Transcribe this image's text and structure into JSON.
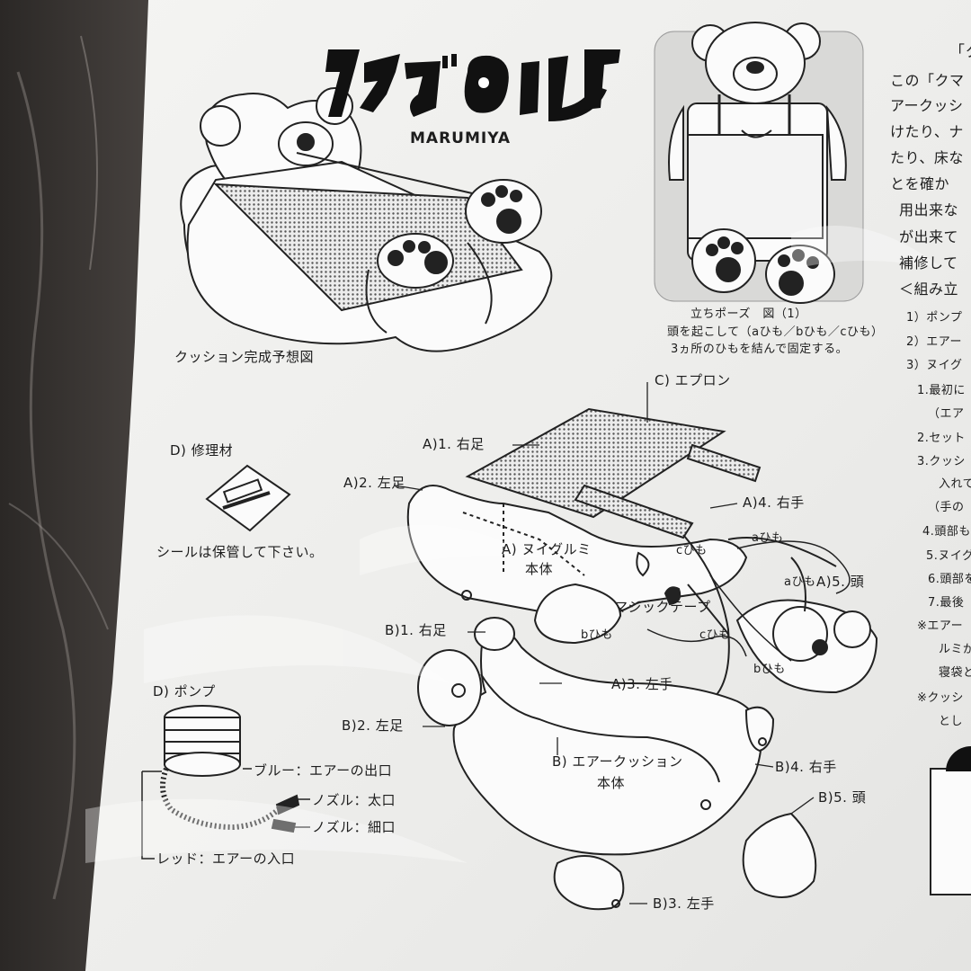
{
  "logo": {
    "title": "クマグルミ",
    "subtitle": "MARUMIYA"
  },
  "caption_cushion": "クッション完成予想図",
  "standing_pose": {
    "title": "立ちポーズ　図（1）",
    "line1": "頭を起こして（aひも／bひも／cひも）",
    "line2": "3ヵ所のひもを結んで固定する。"
  },
  "repair": {
    "label": "D) 修理材",
    "note": "シールは保管して下さい。"
  },
  "parts_a": {
    "apron": "C) エプロン",
    "right_foot": "A)1. 右足",
    "left_foot": "A)2. 左足",
    "body_l1": "A) ヌイグルミ",
    "body_l2": "本体",
    "right_hand": "A)4. 右手",
    "left_hand": "A)3. 左手",
    "head": "A)5. 頭",
    "c_string": "cひも",
    "a_string_1": "aひも",
    "a_string_2": "aひも",
    "b_string_1": "bひも",
    "b_string_2": "bひも",
    "c_string_2": "cひも",
    "velcro": "マジックテープ"
  },
  "parts_b": {
    "right_foot": "B)1. 右足",
    "left_foot": "B)2. 左足",
    "body_l1": "B) エアークッション",
    "body_l2": "本体",
    "right_hand": "B)4. 右手",
    "head": "B)5. 頭",
    "left_hand": "B)3. 左手"
  },
  "pump": {
    "label": "D) ポンプ",
    "blue": "ブルー：エアーの出口",
    "nozzle_thick": "ノズル：太口",
    "nozzle_thin": "ノズル：細口",
    "red": "レッド：エアーの入口"
  },
  "right_column": {
    "heading": "「ク",
    "lines": [
      "この「クマ",
      "アークッシ",
      "けたり、ナ",
      "たり、床な",
      "とを確か",
      "用出来な",
      "が出来て",
      "補修して",
      "＜組み立"
    ],
    "steps": [
      "1）ポンプ",
      "2）エアー",
      "3）ヌイグ",
      "1.最初に",
      "（エア",
      "2.セット",
      "3.クッシ",
      "入れて",
      "（手の",
      "4.頭部も",
      "5.ヌイグ",
      "6.頭部を",
      "7.最後",
      "※エアー",
      "ルミが",
      "寝袋と",
      "※クッシ",
      "とし"
    ]
  }
}
